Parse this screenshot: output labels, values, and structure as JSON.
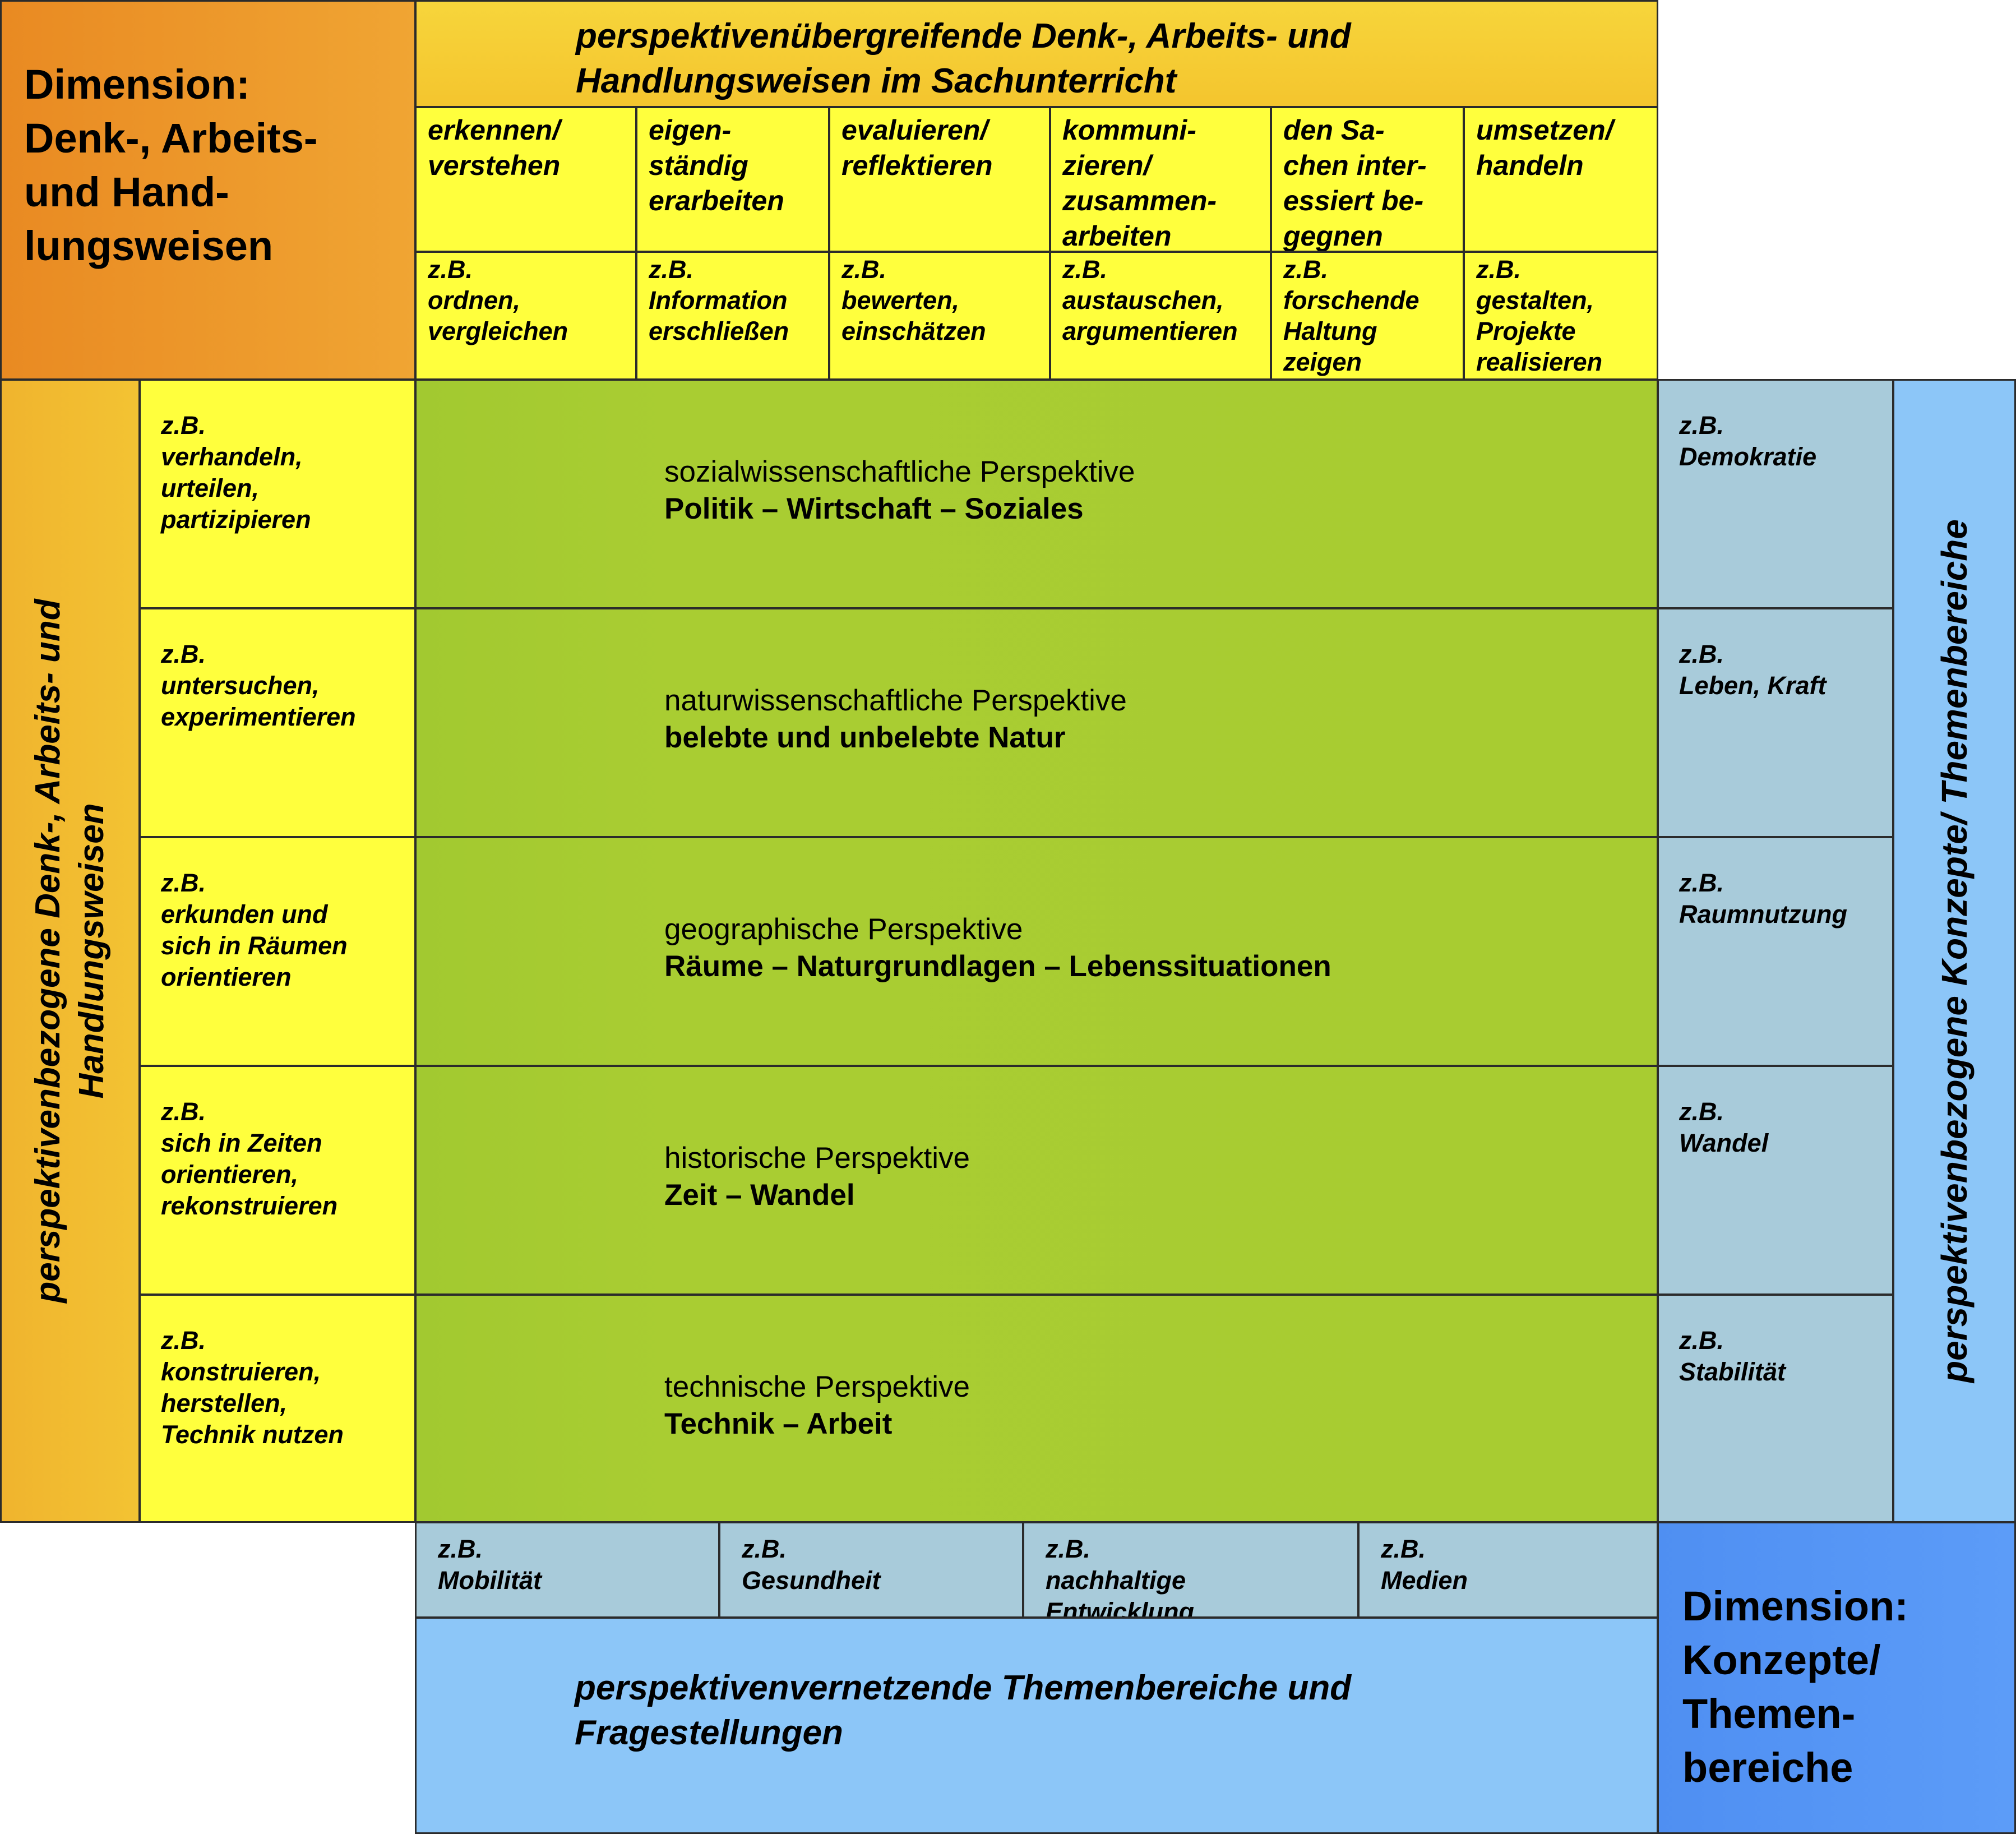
{
  "dimension_top_left": {
    "label": "Dimension:\nDenk-, Arbeits-\nund Hand-\nlungsweisen"
  },
  "cross_perspective": {
    "title": "perspektivenübergreifende Denk-, Arbeits- und\nHandlungsweisen im Sachunterricht",
    "columns": [
      {
        "verb": "erkennen/\nverstehen",
        "example": "z.B.\nordnen,\nvergleichen"
      },
      {
        "verb": "eigen-\nständig\nerarbeiten",
        "example": "z.B.\nInformation\nerschließen"
      },
      {
        "verb": "evaluieren/\nreflektieren",
        "example": "z.B.\nbewerten,\neinschätzen"
      },
      {
        "verb": "kommuni-\nzieren/\nzusammen-\narbeiten",
        "example": "z.B.\naustauschen,\nargumentieren"
      },
      {
        "verb": "den Sa-\nchen inter-\nessiert be-\ngegnen",
        "example": "z.B.\nforschende\nHaltung\nzeigen"
      },
      {
        "verb": "umsetzen/\nhandeln",
        "example": "z.B.\ngestalten,\nProjekte\nrealisieren"
      }
    ]
  },
  "left_label": "perspektivenbezogene Denk-, Arbeits- und\nHandlungsweisen",
  "right_label": "perspektivenbezogene Konzepte/ Themenbereiche",
  "perspectives": [
    {
      "methods": "z.B.\nverhandeln,\nurteilen,\npartizipieren",
      "name": "sozialwissenschaftliche Perspektive",
      "topics": "Politik – Wirtschaft – Soziales",
      "concept": "z.B.\nDemokratie"
    },
    {
      "methods": "z.B.\nuntersuchen,\nexperimentieren",
      "name": "naturwissenschaftliche Perspektive",
      "topics": "belebte und unbelebte Natur",
      "concept": "z.B.\nLeben, Kraft"
    },
    {
      "methods": "z.B.\nerkunden und\nsich in Räumen\norientieren",
      "name": "geographische Perspektive",
      "topics": "Räume – Naturgrundlagen – Lebenssituationen",
      "concept": "z.B.\nRaumnutzung"
    },
    {
      "methods": "z.B.\nsich in Zeiten\norientieren,\nrekonstruieren",
      "name": "historische Perspektive",
      "topics": "Zeit – Wandel",
      "concept": "z.B.\nWandel"
    },
    {
      "methods": "z.B.\nkonstruieren,\nherstellen,\nTechnik nutzen",
      "name": "technische Perspektive",
      "topics": "Technik – Arbeit",
      "concept": "z.B.\nStabilität"
    }
  ],
  "cross_topics": {
    "examples": [
      "z.B.\nMobilität",
      "z.B.\nGesundheit",
      "z.B.\nnachhaltige\nEntwicklung",
      "z.B.\nMedien"
    ],
    "title": "perspektivenvernetzende Themenbereiche und\nFragestellungen"
  },
  "dimension_bottom_right": {
    "label": "Dimension:\nKonzepte/\nThemen-\nbereiche"
  },
  "colors": {
    "orange": "#e98a22",
    "header_yellow": "#f5c92f",
    "cell_yellow": "#ffff3d",
    "green": "#a8cc31",
    "grey_blue": "#a8cbda",
    "light_blue": "#8cc6f8",
    "blue": "#5c9cf8"
  }
}
